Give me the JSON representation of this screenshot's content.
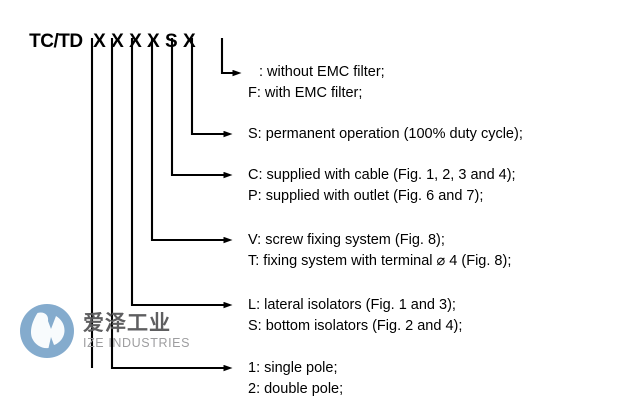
{
  "diagram": {
    "title": "TC/TD type code key",
    "code": {
      "prefix": "TC/TD",
      "slots": [
        "X",
        "X",
        "X",
        "X",
        "S",
        "X"
      ],
      "full": "TC/TD X X X X S X"
    },
    "legend": [
      {
        "id": "emc-filter",
        "slot_index": 6,
        "lines": [
          ": without EMC filter;",
          "F: with EMC filter;"
        ]
      },
      {
        "id": "duty-cycle",
        "slot_index": 5,
        "lines": [
          "S: permanent operation (100% duty cycle);"
        ]
      },
      {
        "id": "supply-connection",
        "slot_index": 4,
        "lines": [
          "C: supplied with cable (Fig. 1, 2, 3 and 4);",
          "P: supplied with outlet (Fig. 6 and 7);"
        ]
      },
      {
        "id": "fixing-system",
        "slot_index": 3,
        "lines": [
          "V: screw fixing system (Fig. 8);",
          "T: fixing system with terminal ⌀ 4 (Fig. 8);"
        ]
      },
      {
        "id": "isolators",
        "slot_index": 2,
        "lines": [
          "L: lateral isolators (Fig. 1 and 3);",
          "S: bottom isolators (Fig. 2 and 4);"
        ]
      },
      {
        "id": "poles",
        "slot_index": 1,
        "lines": [
          "1: single pole;",
          "2: double pole;"
        ]
      }
    ]
  },
  "watermark": {
    "name_cn": "爱泽工业",
    "name_en": "IZE INDUSTRIES",
    "mark_color": "#7fa8cc",
    "cn_color": "#58585a",
    "en_color": "#9a9a9c"
  },
  "style": {
    "line_color": "#000000",
    "text_color": "#000000",
    "background": "#ffffff"
  }
}
